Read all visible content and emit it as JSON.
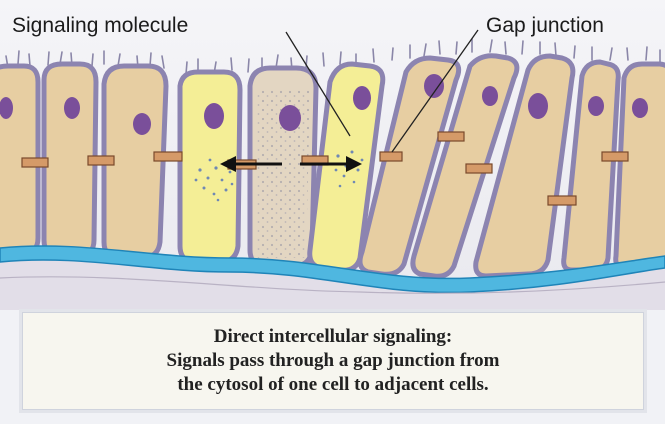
{
  "labels": {
    "signaling_molecule": "Signaling molecule",
    "gap_junction": "Gap junction"
  },
  "caption": {
    "line1": "Direct intercellular signaling:",
    "line2": "Signals pass through a gap junction from",
    "line3": "the cytosol of one cell to adjacent cells."
  },
  "colors": {
    "cell_fill": "#e7cea2",
    "cell_outline": "#8c84b0",
    "signaling_cell": "#f4ee96",
    "nucleus": "#7a4f9a",
    "membrane": "#4fb7e0",
    "gap_junction": "#c07a4c"
  }
}
